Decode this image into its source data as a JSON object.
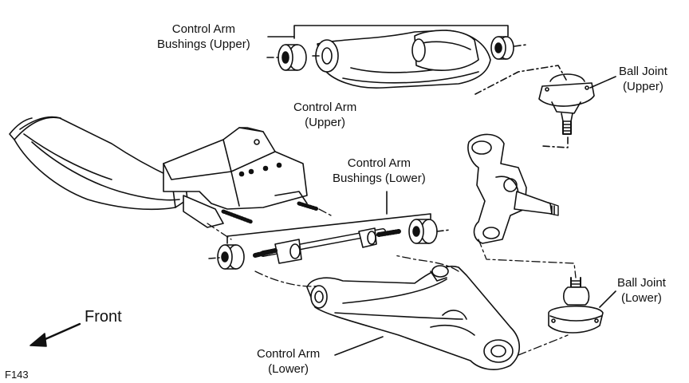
{
  "labels": {
    "upper_bushings": [
      "Control Arm",
      "Bushings (Upper)"
    ],
    "upper_arm": [
      "Control Arm",
      "(Upper)"
    ],
    "upper_ball_joint": [
      "Ball Joint",
      "(Upper)"
    ],
    "lower_bushings": [
      "Control Arm",
      "Bushings (Lower)"
    ],
    "lower_ball_joint": [
      "Ball Joint",
      "(Lower)"
    ],
    "lower_arm": [
      "Control Arm",
      "(Lower)"
    ],
    "direction": "Front",
    "figure_ref": "F143"
  },
  "parts": {
    "frame": "frame-crossmember",
    "upper_arm": "upper-control-arm",
    "lower_arm": "lower-control-arm",
    "knuckle": "steering-knuckle",
    "upper_ball_joint": "upper-ball-joint",
    "lower_ball_joint": "lower-ball-joint",
    "cross_shaft": "lower-cross-shaft"
  },
  "colors": {
    "ink": "#111111",
    "paper": "#ffffff"
  }
}
